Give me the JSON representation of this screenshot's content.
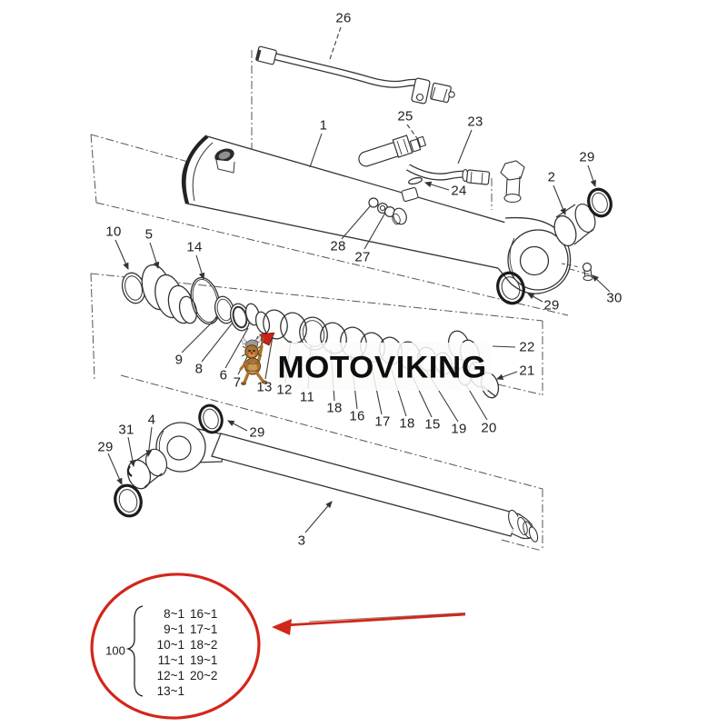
{
  "watermark": {
    "text": "MOTOVIKING",
    "mascot_icon": "viking-lion-axe-icon"
  },
  "labels": {
    "n1": "1",
    "n2": "2",
    "n3": "3",
    "n4": "4",
    "n5": "5",
    "n6": "6",
    "n7": "7",
    "n8": "8",
    "n9": "9",
    "n10": "10",
    "n11": "11",
    "n12": "12",
    "n13": "13",
    "n14": "14",
    "n15": "15",
    "n16": "16",
    "n17": "17",
    "n18a": "18",
    "n18b": "18",
    "n19": "19",
    "n20": "20",
    "n21": "21",
    "n22": "22",
    "n23": "23",
    "n24": "24",
    "n25": "25",
    "n26": "26",
    "n27": "27",
    "n28": "28",
    "n29a": "29",
    "n29b": "29",
    "n29c": "29",
    "n29d": "29",
    "n30": "30",
    "n31": "31"
  },
  "quantity_table": {
    "group_label": "100",
    "rows": [
      [
        "8~1",
        "16~1"
      ],
      [
        "9~1",
        "17~1"
      ],
      [
        "10~1",
        "18~2"
      ],
      [
        "11~1",
        "19~1"
      ],
      [
        "12~1",
        "20~2"
      ],
      [
        "13~1",
        ""
      ]
    ]
  },
  "colors": {
    "line": "#333333",
    "accent_red": "#d3261a",
    "logo_text": "#0d0d0d"
  }
}
